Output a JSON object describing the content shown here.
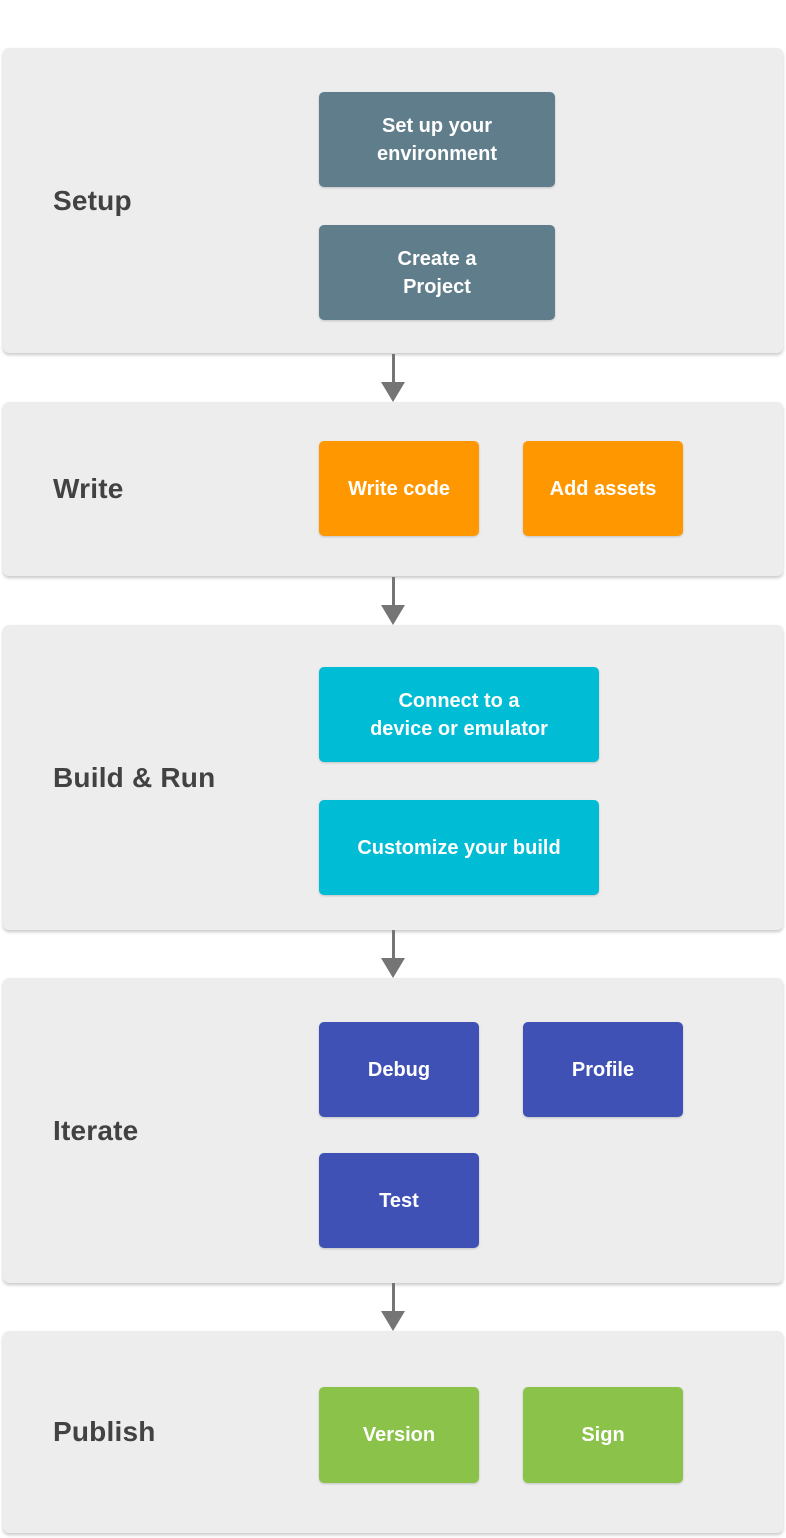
{
  "theme": {
    "page_bg": "#ffffff",
    "section_bg": "#ededed",
    "section_label_color": "#424242",
    "button_text_color": "#ffffff",
    "arrow_color": "#757575"
  },
  "sections": [
    {
      "id": "setup",
      "label": "Setup",
      "color": "#607d8b",
      "buttons": [
        {
          "label": "Set up your\nenvironment"
        },
        {
          "label": "Create a\nProject"
        }
      ]
    },
    {
      "id": "write",
      "label": "Write",
      "color": "#ff9800",
      "buttons": [
        {
          "label": "Write code"
        },
        {
          "label": "Add assets"
        }
      ]
    },
    {
      "id": "build-run",
      "label": "Build & Run",
      "color": "#00bcd4",
      "buttons": [
        {
          "label": "Connect to a\ndevice or emulator"
        },
        {
          "label": "Customize your build"
        }
      ]
    },
    {
      "id": "iterate",
      "label": "Iterate",
      "color": "#3f51b5",
      "buttons": [
        {
          "label": "Debug"
        },
        {
          "label": "Profile"
        },
        {
          "label": "Test"
        }
      ]
    },
    {
      "id": "publish",
      "label": "Publish",
      "color": "#8bc34a",
      "buttons": [
        {
          "label": "Version"
        },
        {
          "label": "Sign"
        }
      ]
    }
  ]
}
